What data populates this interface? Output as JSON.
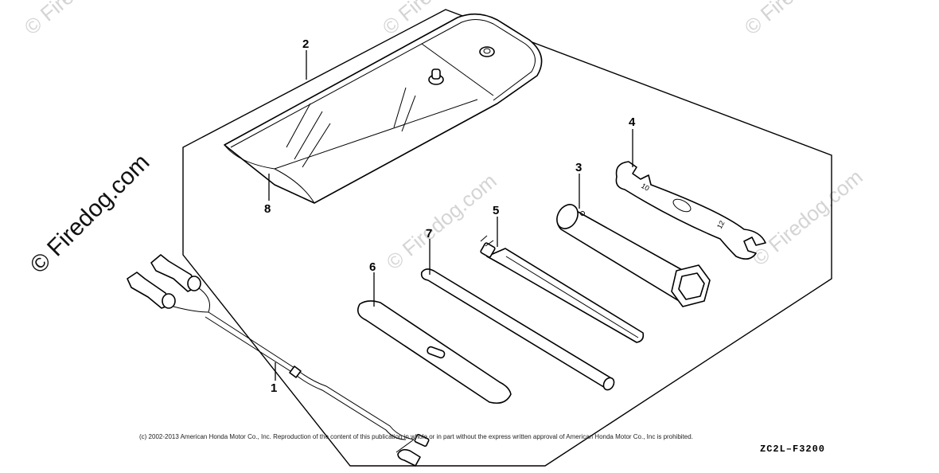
{
  "watermark": {
    "text": "© Firedog.com"
  },
  "callouts": {
    "c1": "1",
    "c2": "2",
    "c3": "3",
    "c4": "4",
    "c5": "5",
    "c6": "6",
    "c7": "7",
    "c8": "8"
  },
  "wrench_marks": {
    "left": "10",
    "right": "12"
  },
  "footer": {
    "copyright": "(c) 2002-2013 American Honda Motor Co., Inc. Reproduction of the content of this publication in whole or in part without the express written approval of American Honda Motor Co., Inc is prohibited.",
    "code": "ZC2L–F3200"
  }
}
